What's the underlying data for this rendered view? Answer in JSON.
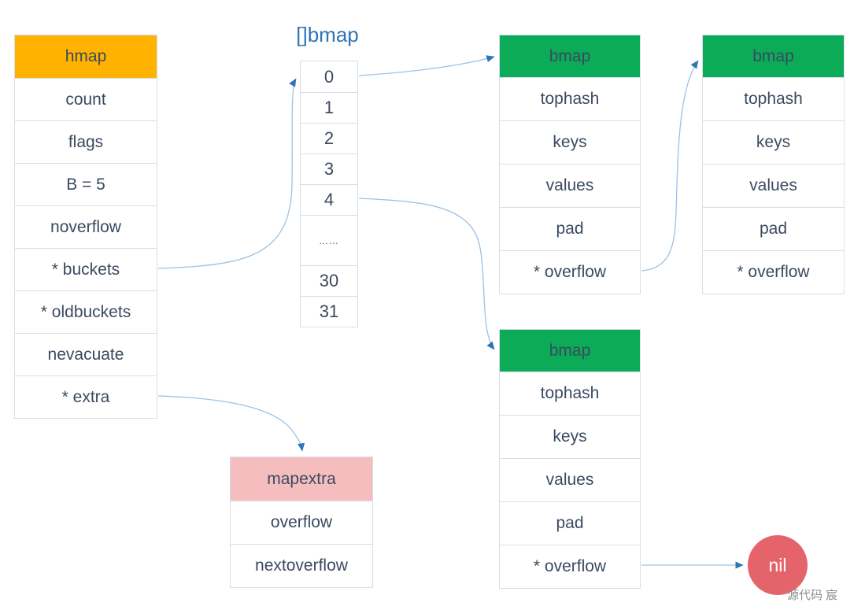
{
  "colors": {
    "hmap_header": "#FFB200",
    "bmap_header": "#0BAB57",
    "mapextra_header": "#F5BDBD",
    "nil_circle": "#E5646B",
    "arrow_line": "#9CC2E5",
    "arrow_head": "#2E74B6",
    "text": "#3B4A5F",
    "array_title": "#2E74B6",
    "cell_border": "#D8DEE7",
    "watermark": "#8C8C8C"
  },
  "hmap": {
    "header": "hmap",
    "rows": [
      "count",
      "flags",
      "B = 5",
      "noverflow",
      "* buckets",
      "* oldbuckets",
      "nevacuate",
      "* extra"
    ]
  },
  "bucket_array": {
    "title": "[]bmap",
    "cells": [
      "0",
      "1",
      "2",
      "3",
      "4",
      "……",
      "30",
      "31"
    ]
  },
  "bmap_top_left": {
    "header": "bmap",
    "rows": [
      "tophash",
      "keys",
      "values",
      "pad",
      "* overflow"
    ]
  },
  "bmap_top_right": {
    "header": "bmap",
    "rows": [
      "tophash",
      "keys",
      "values",
      "pad",
      "* overflow"
    ]
  },
  "bmap_bottom": {
    "header": "bmap",
    "rows": [
      "tophash",
      "keys",
      "values",
      "pad",
      "* overflow"
    ]
  },
  "mapextra": {
    "header": "mapextra",
    "rows": [
      "overflow",
      "nextoverflow"
    ]
  },
  "nil_label": "nil",
  "watermark": "源代码  宸"
}
